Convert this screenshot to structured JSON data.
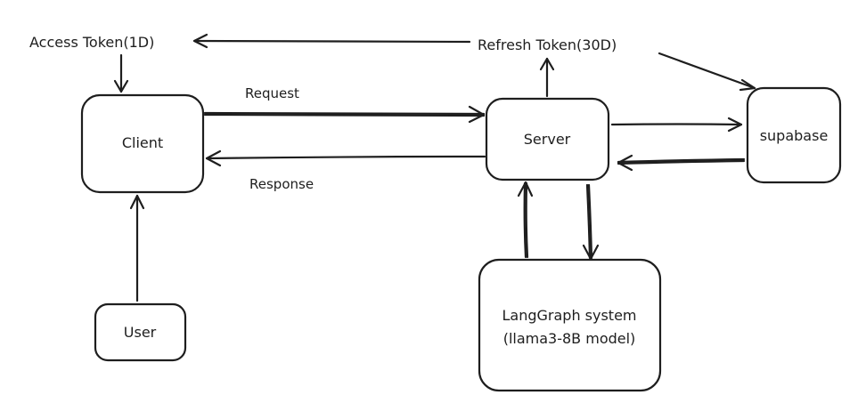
{
  "nodes": {
    "client": "Client",
    "server": "Server",
    "supabase": "supabase",
    "user": "User",
    "langgraph": {
      "line1": "LangGraph system",
      "line2": "(llama3-8B model)"
    }
  },
  "labels": {
    "access_token": "Access Token(1D)",
    "refresh_token": "Refresh Token(30D)",
    "request": "Request",
    "response": "Response"
  }
}
